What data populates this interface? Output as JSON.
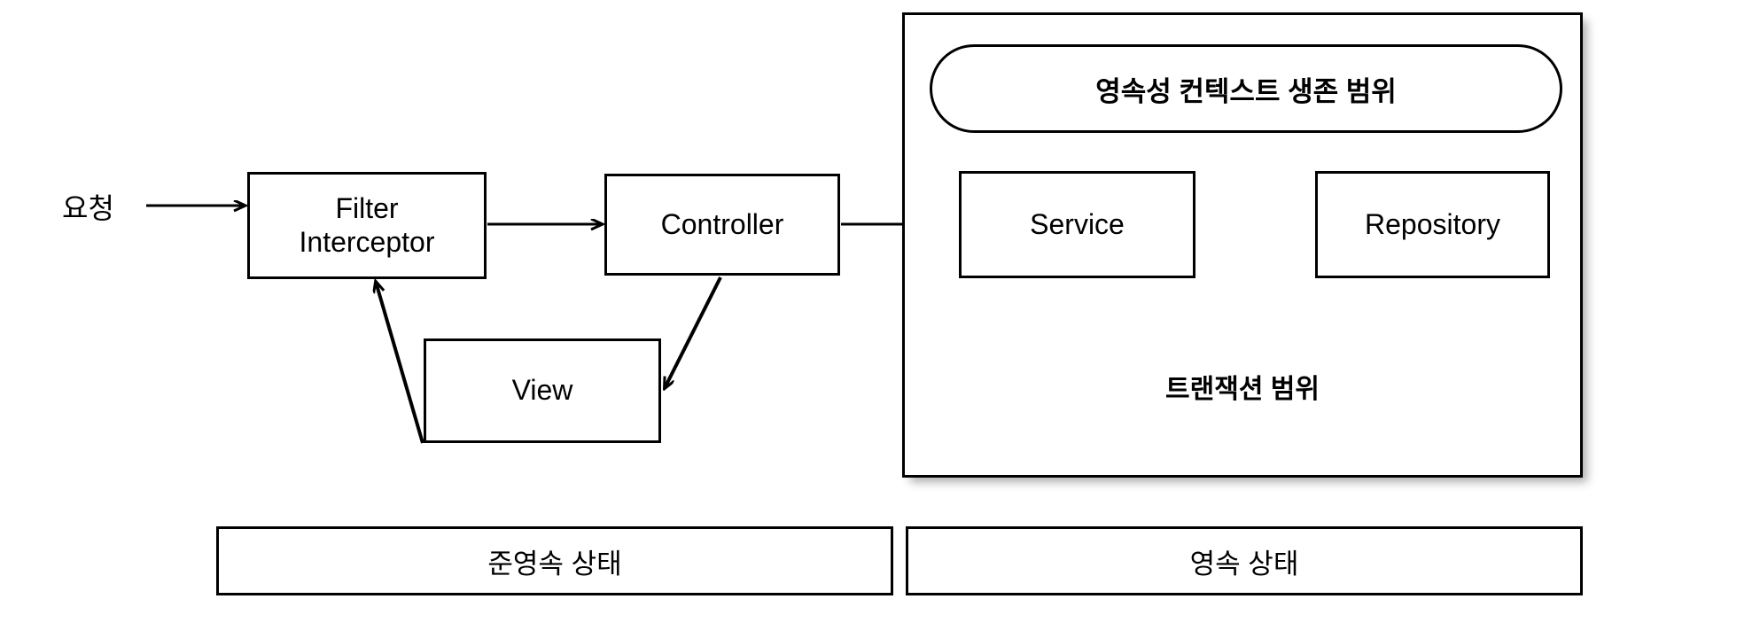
{
  "diagram": {
    "title": "Spring layered architecture with persistence context and transaction scope",
    "colors": {
      "stroke": "#000000",
      "fill": "#ffffff",
      "text": "#000000"
    },
    "entry_label": "요청",
    "nodes": {
      "filter_interceptor": "Filter\nInterceptor",
      "controller": "Controller",
      "view": "View",
      "service": "Service",
      "repository": "Repository"
    },
    "scopes": {
      "persistence_context": "영속성 컨텍스트 생존 범위",
      "transaction": "트랜잭션 범위"
    },
    "state_bars": [
      {
        "label": "준영속 상태"
      },
      {
        "label": "영속 상태"
      }
    ],
    "edges": [
      {
        "from": "요청",
        "to": "Filter Interceptor",
        "style": "solid-arrow"
      },
      {
        "from": "Filter Interceptor",
        "to": "Controller",
        "style": "solid-arrow"
      },
      {
        "from": "Controller",
        "to": "Service",
        "style": "solid-arrow"
      },
      {
        "from": "Controller",
        "to": "View",
        "style": "solid-arrow-diagonal"
      },
      {
        "from": "View",
        "to": "Filter Interceptor",
        "style": "solid-arrow-diagonal"
      },
      {
        "from": "Service",
        "to": "Repository",
        "style": "solid-arrow"
      }
    ]
  }
}
